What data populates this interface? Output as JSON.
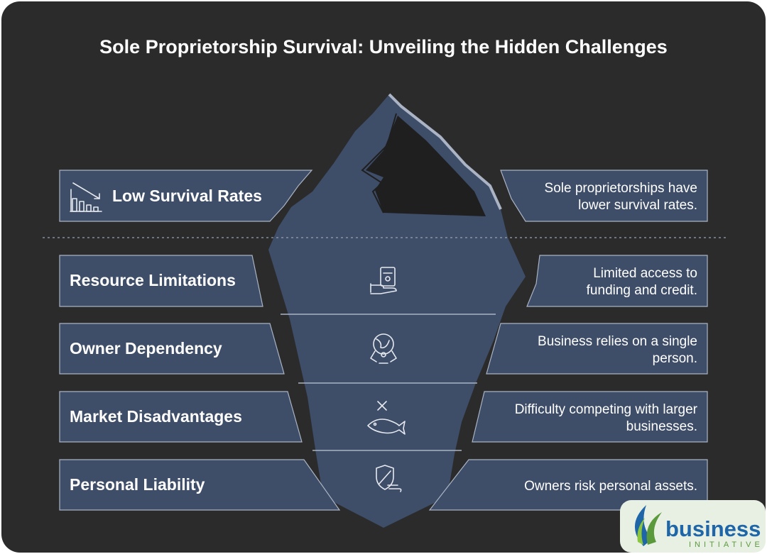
{
  "title": "Sole Proprietorship Survival: Unveiling the Hidden Challenges",
  "colors": {
    "background": "#2b2b2b",
    "panel": "#3e4d68",
    "panel_border": "#aab4c4",
    "text": "#ffffff",
    "waterline": "#9aa3b0"
  },
  "above_water": {
    "label": "Low Survival Rates",
    "icon": "declining-bar-chart-icon",
    "description": [
      "Sole proprietorships have",
      "lower survival rates."
    ]
  },
  "layers": [
    {
      "label": "Resource Limitations",
      "icon": "money-hand-icon",
      "description": [
        "Limited access to",
        "funding and credit."
      ]
    },
    {
      "label": "Owner Dependency",
      "icon": "person-globe-icon",
      "description": [
        "Business relies on a single",
        "person."
      ]
    },
    {
      "label": "Market Disadvantages",
      "icon": "big-fish-icon",
      "description": [
        "Difficulty competing with larger",
        "businesses."
      ]
    },
    {
      "label": "Personal Liability",
      "icon": "shield-risk-icon",
      "description": [
        "Owners risk personal assets."
      ]
    }
  ],
  "logo": {
    "main": "business",
    "sub": "INITIATIVE"
  }
}
